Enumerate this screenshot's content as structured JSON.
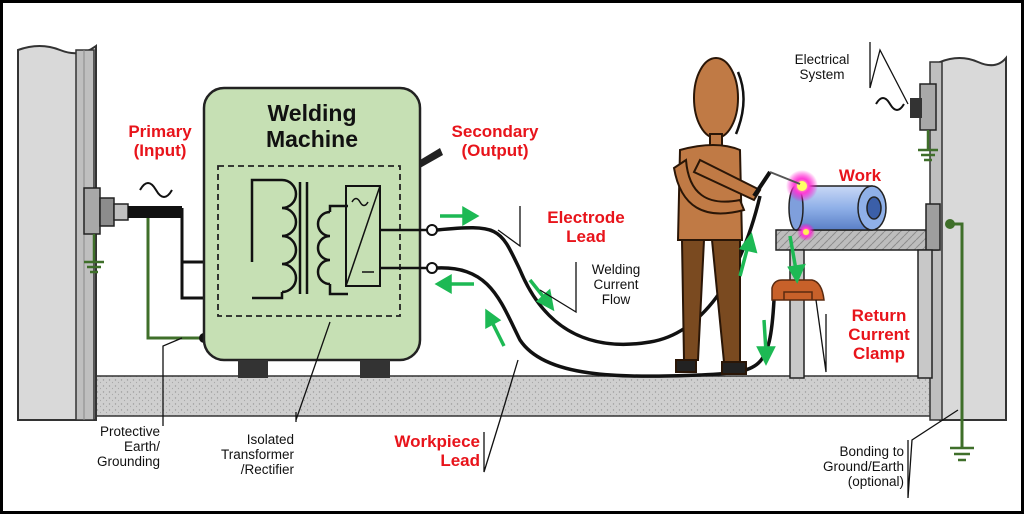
{
  "labels": {
    "welding_machine": [
      "Welding",
      "Machine"
    ],
    "primary": [
      "Primary",
      "(Input)"
    ],
    "secondary": [
      "Secondary",
      "(Output)"
    ],
    "electrode_lead": [
      "Electrode",
      "Lead"
    ],
    "welding_current_flow": [
      "Welding",
      "Current",
      "Flow"
    ],
    "work": "Work",
    "return_current_clamp": [
      "Return",
      "Current",
      "Clamp"
    ],
    "electrical_system": [
      "Electrical",
      "System"
    ],
    "protective_earth": [
      "Protective",
      "Earth/",
      "Grounding"
    ],
    "isolated_transformer": [
      "Isolated",
      "Transformer",
      "/Rectifier"
    ],
    "workpiece_lead": [
      "Workpiece",
      "Lead"
    ],
    "bonding": [
      "Bonding to",
      "Ground/Earth",
      "(optional)"
    ]
  },
  "colors": {
    "label_red": "#e8141b",
    "machine_green": "#c6e0b4",
    "arrow_green": "#1db954",
    "ground_wire": "#3f6f2a",
    "person_brown": "#c07a45",
    "work_blue": "#8fb0e8",
    "clamp_orange": "#c8612a",
    "floor_gray": "#c8c8c8"
  },
  "icons": [
    "ac-sine-icon",
    "ground-symbol-icon",
    "spark-icon",
    "arrow-icon"
  ]
}
